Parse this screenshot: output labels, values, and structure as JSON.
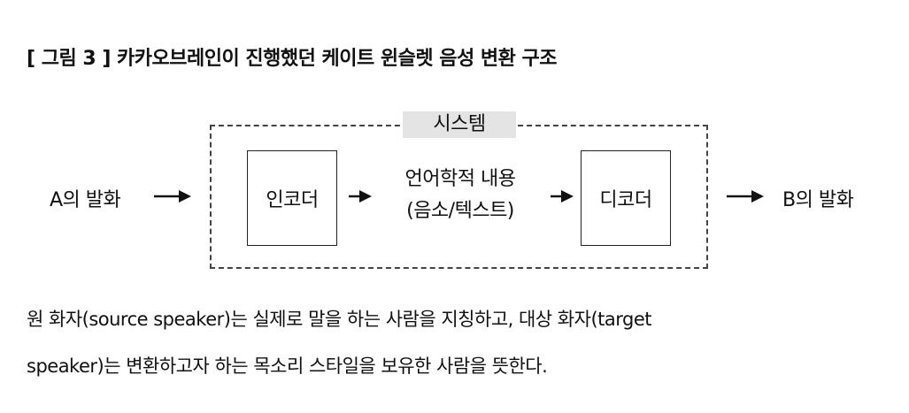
{
  "title": "[ 그림 3 ] 카카오브레인이 진행했던 케이트 윈슬렛 음성 변환 구조",
  "diagram": {
    "system_label": "시스템",
    "source": "A의 발화",
    "encoder": "인코더",
    "content_line1": "언어학적 내용",
    "content_line2": "(음소/텍스트)",
    "decoder": "디코더",
    "target": "B의 발화"
  },
  "caption": {
    "line1": "원 화자(source speaker)는 실제로 말을 하는 사람을 지칭하고, 대상 화자(target",
    "line2": "speaker)는 변환하고자 하는 목소리 스타일을 보유한 사람을 뜻한다."
  }
}
